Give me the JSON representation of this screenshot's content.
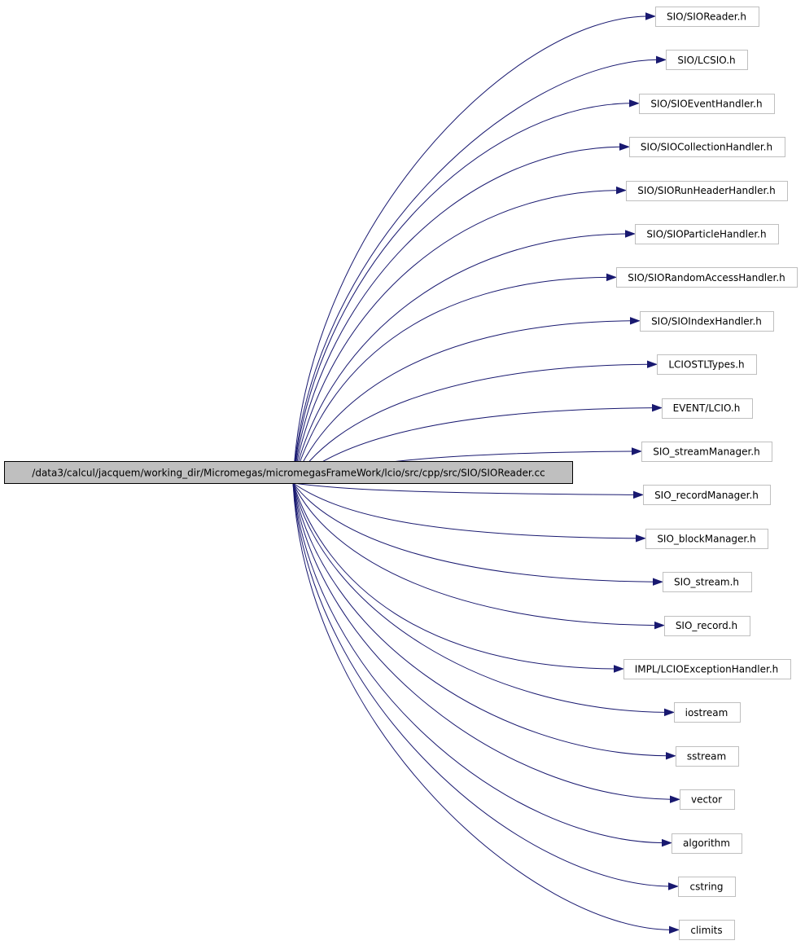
{
  "root": {
    "label": "/data3/calcul/jacquem/working_dir/Micromegas/micromegasFrameWork/lcio/src/cpp/src/SIO/SIOReader.cc"
  },
  "includes": [
    {
      "label": "SIO/SIOReader.h"
    },
    {
      "label": "SIO/LCSIO.h"
    },
    {
      "label": "SIO/SIOEventHandler.h"
    },
    {
      "label": "SIO/SIOCollectionHandler.h"
    },
    {
      "label": "SIO/SIORunHeaderHandler.h"
    },
    {
      "label": "SIO/SIOParticleHandler.h"
    },
    {
      "label": "SIO/SIORandomAccessHandler.h"
    },
    {
      "label": "SIO/SIOIndexHandler.h"
    },
    {
      "label": "LCIOSTLTypes.h"
    },
    {
      "label": "EVENT/LCIO.h"
    },
    {
      "label": "SIO_streamManager.h"
    },
    {
      "label": "SIO_recordManager.h"
    },
    {
      "label": "SIO_blockManager.h"
    },
    {
      "label": "SIO_stream.h"
    },
    {
      "label": "SIO_record.h"
    },
    {
      "label": "IMPL/LCIOExceptionHandler.h"
    },
    {
      "label": "iostream"
    },
    {
      "label": "sstream"
    },
    {
      "label": "vector"
    },
    {
      "label": "algorithm"
    },
    {
      "label": "cstring"
    },
    {
      "label": "climits"
    }
  ],
  "colors": {
    "edge": "#191970",
    "root_fill": "#bfbfbf",
    "root_border": "#000000",
    "node_border": "#bfbfbf",
    "node_fill": "#ffffff"
  }
}
